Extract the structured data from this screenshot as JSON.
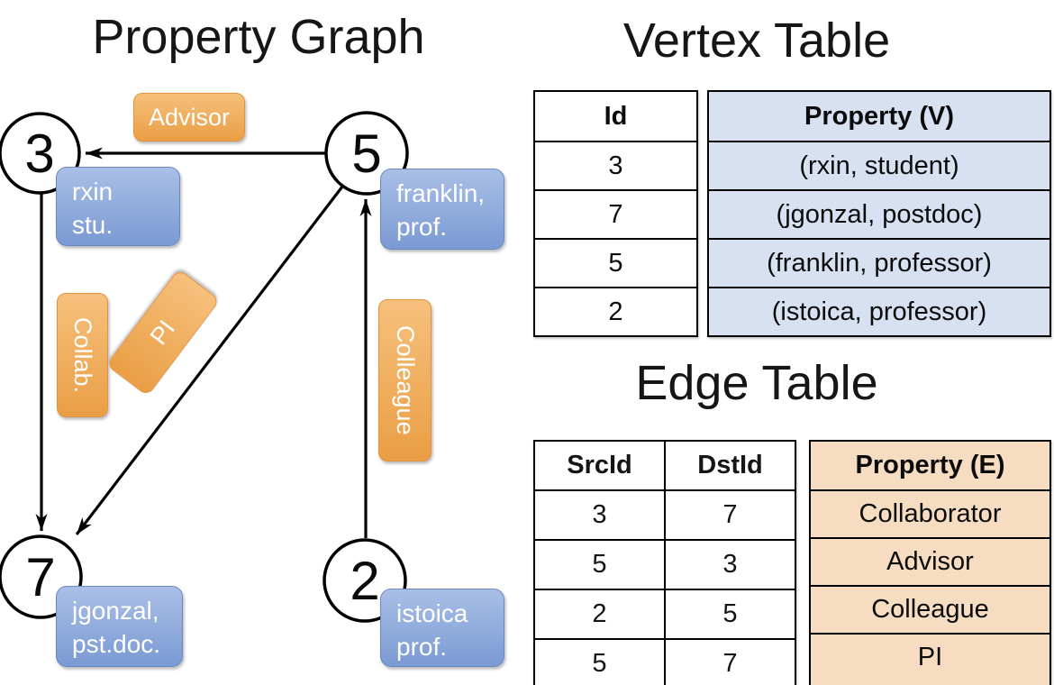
{
  "graph": {
    "title": "Property Graph",
    "vertices": [
      {
        "id": "3",
        "line1": "rxin",
        "line2": "stu."
      },
      {
        "id": "5",
        "line1": "franklin,",
        "line2": "prof."
      },
      {
        "id": "7",
        "line1": "jgonzal,",
        "line2": "pst.doc."
      },
      {
        "id": "2",
        "line1": "istoica",
        "line2": "prof."
      }
    ],
    "edge_labels": {
      "advisor": "Advisor",
      "collab": "Collab.",
      "pi": "PI",
      "colleague": "Colleague"
    }
  },
  "vertex_table": {
    "title": "Vertex Table",
    "columns": {
      "id": "Id",
      "property": "Property (V)"
    },
    "rows": [
      {
        "id": "3",
        "property": "(rxin, student)"
      },
      {
        "id": "7",
        "property": "(jgonzal, postdoc)"
      },
      {
        "id": "5",
        "property": "(franklin, professor)"
      },
      {
        "id": "2",
        "property": "(istoica, professor)"
      }
    ]
  },
  "edge_table": {
    "title": "Edge Table",
    "columns": {
      "src": "SrcId",
      "dst": "DstId",
      "property": "Property (E)"
    },
    "rows": [
      {
        "src": "3",
        "dst": "7",
        "property": "Collaborator"
      },
      {
        "src": "5",
        "dst": "3",
        "property": "Advisor"
      },
      {
        "src": "2",
        "dst": "5",
        "property": "Colleague"
      },
      {
        "src": "5",
        "dst": "7",
        "property": "PI"
      }
    ]
  },
  "colors": {
    "edge_label_orange": "#ea9e45",
    "vertex_box_blue": "#7b9ad3",
    "vertex_table_cell_blue": "#d8e1f2",
    "edge_table_cell_orange": "#f6ddc2",
    "stroke_black": "#000000",
    "text_white": "#ffffff"
  }
}
